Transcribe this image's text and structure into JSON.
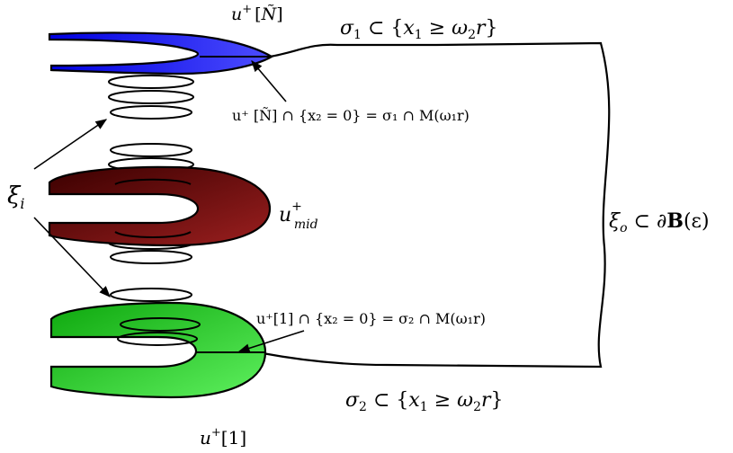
{
  "labels": {
    "top_sheet_name_a": "u",
    "top_sheet_name_b": "+",
    "top_sheet_name_c": "[",
    "top_sheet_name_d": "Ñ",
    "top_sheet_name_e": "]",
    "sigma1_a": "σ",
    "sigma1_b": "1",
    "sigma1_c": " ⊂ {",
    "sigma1_d": "x",
    "sigma1_e": "1",
    "sigma1_f": " ≥ ",
    "sigma1_g": "ω",
    "sigma1_h": "2",
    "sigma1_i": "r",
    "sigma1_j": "}",
    "top_intersection": "u⁺ [Ñ] ∩ {x₂ = 0} = σ₁ ∩ M(ω₁r)",
    "xi_i_a": "ξ",
    "xi_i_b": "i",
    "mid_a": "u",
    "mid_b": "+",
    "mid_c": "mid",
    "xi_o_a": "ξ",
    "xi_o_b": "o",
    "xi_o_c": " ⊂ ∂",
    "xi_o_d": "B",
    "xi_o_e": "(ε)",
    "bottom_intersection": "u⁺[1] ∩ {x₂ = 0} = σ₂ ∩ M(ω₁r)",
    "sigma2_a": "σ",
    "sigma2_b": "2",
    "sigma2_c": " ⊂ {",
    "sigma2_d": "x",
    "sigma2_e": "1",
    "sigma2_f": " ≥ ",
    "sigma2_g": "ω",
    "sigma2_h": "2",
    "sigma2_i": "r",
    "sigma2_j": "}",
    "bottom_sheet_a": "u",
    "bottom_sheet_b": "+",
    "bottom_sheet_c": "[1]"
  },
  "colors": {
    "top_sheet": "#1a1aff",
    "mid_sheet_dark": "#4a0000",
    "mid_sheet_light": "#8b1a1a",
    "bottom_sheet_dark": "#11b811",
    "bottom_sheet_light": "#44e244",
    "line": "#000000"
  }
}
